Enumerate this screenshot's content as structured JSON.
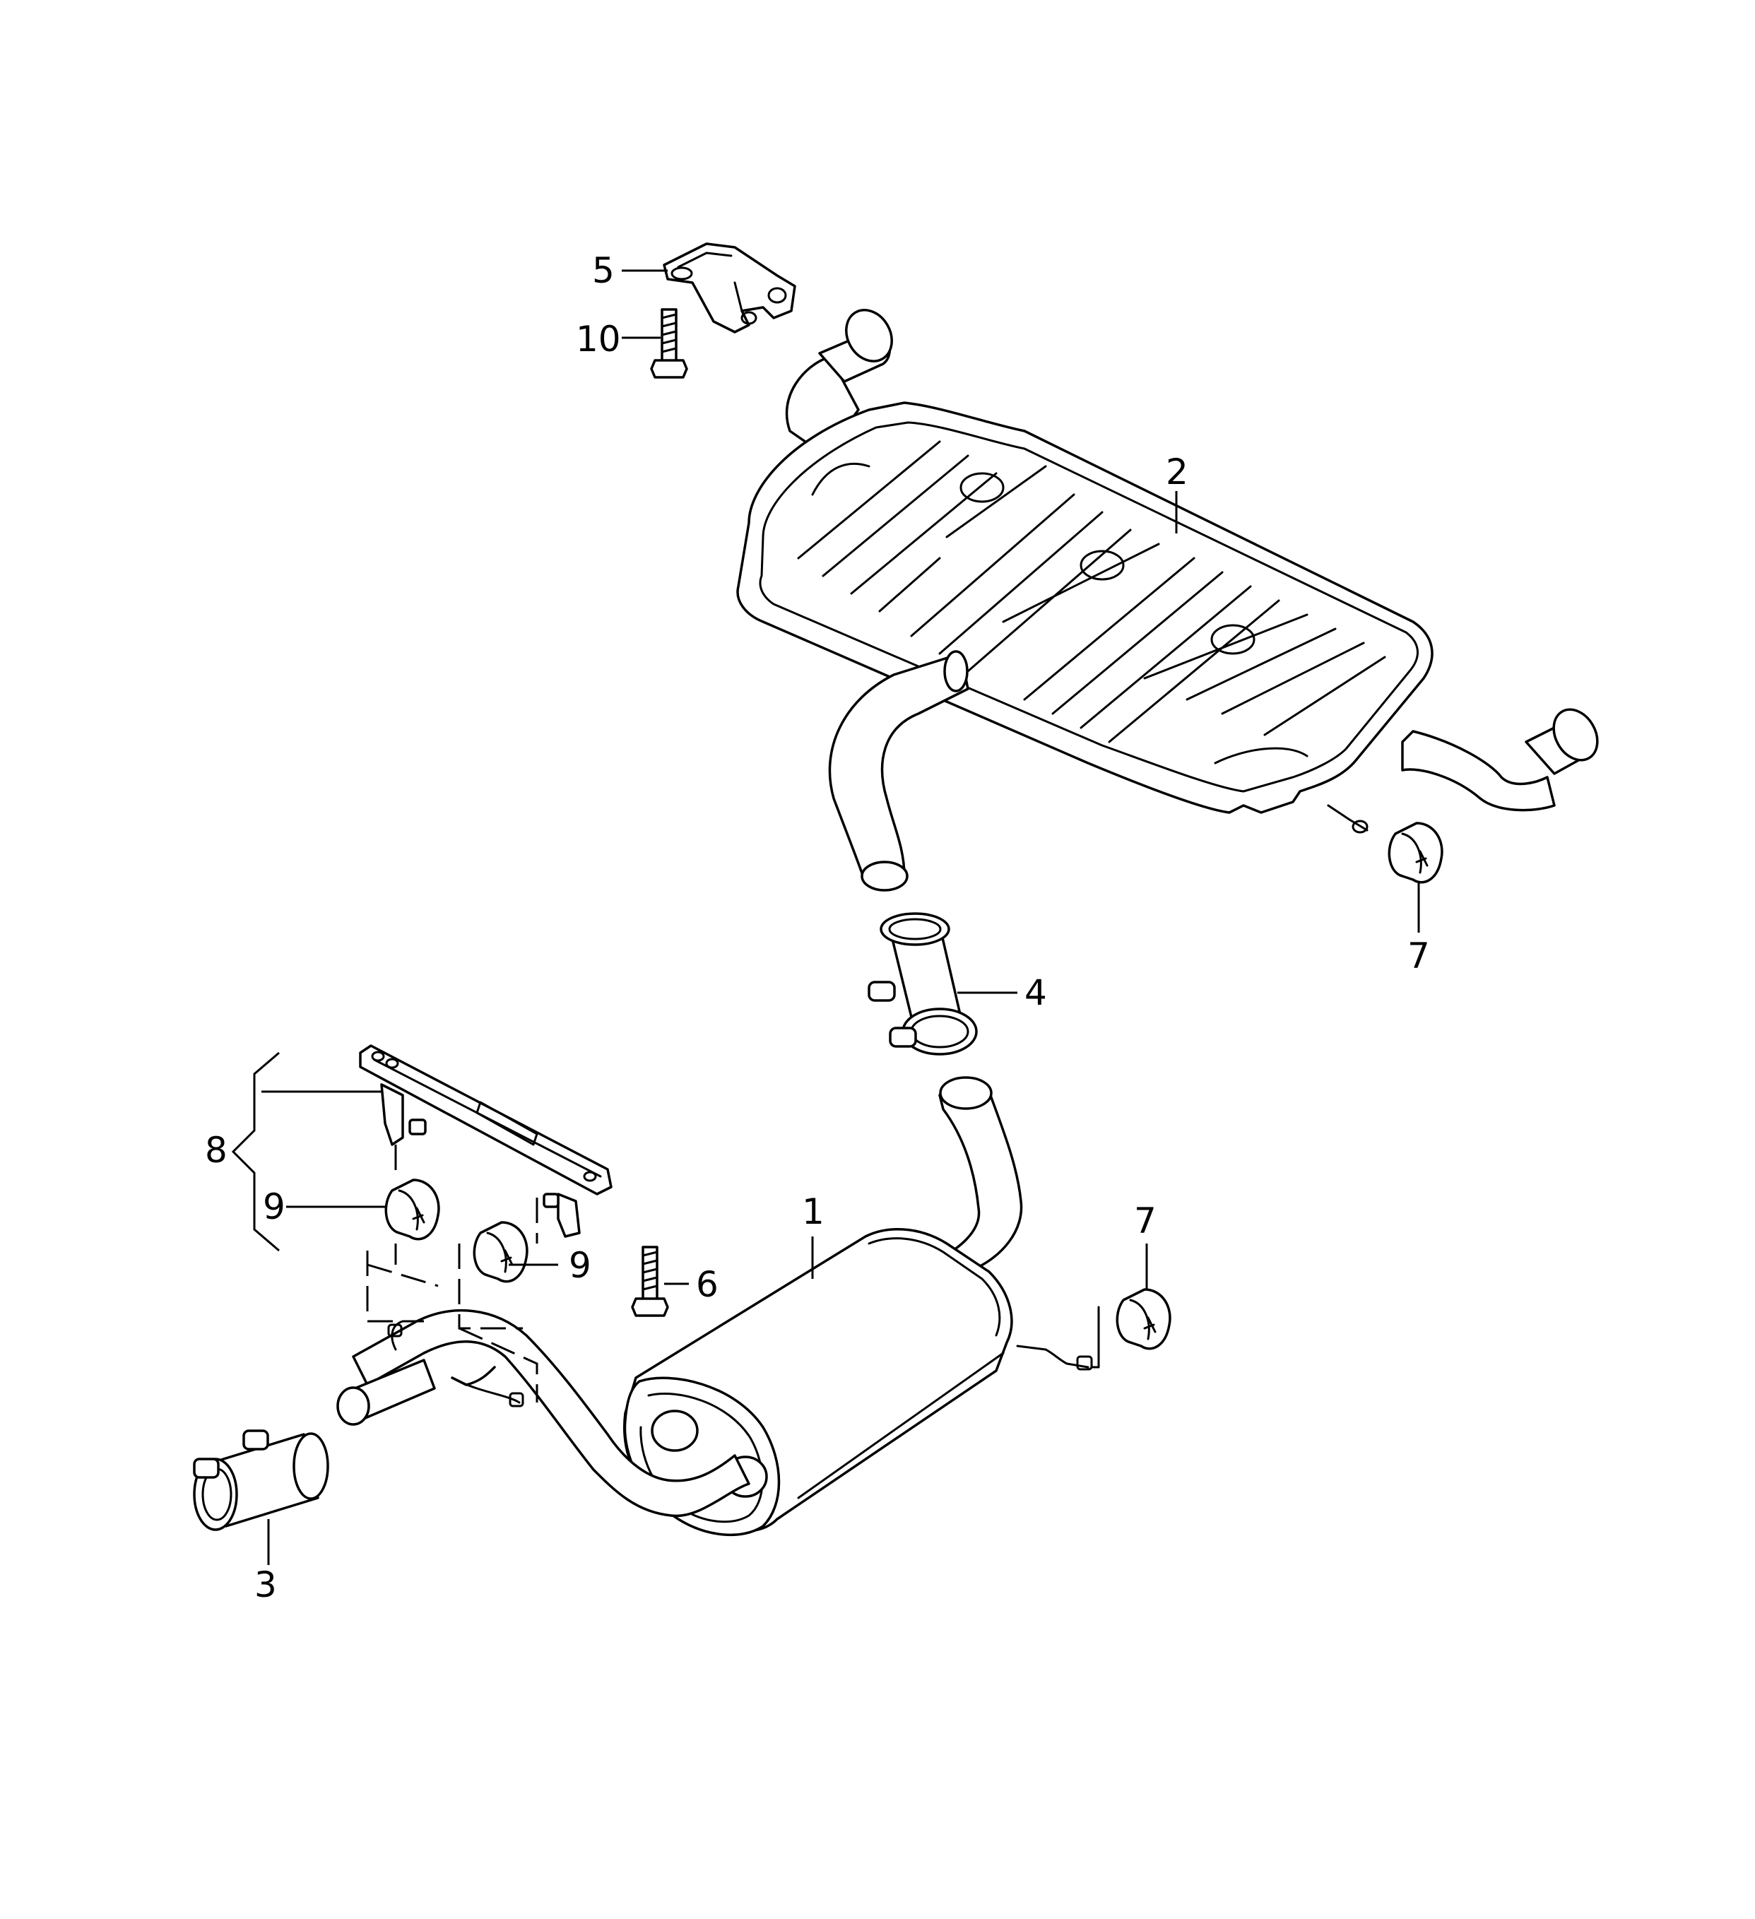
{
  "callouts": {
    "c1": "1",
    "c2": "2",
    "c3": "3",
    "c4": "4",
    "c5": "5",
    "c6": "6",
    "c7a": "7",
    "c7b": "7",
    "c8": "8",
    "c9a": "9",
    "c9b": "9",
    "c10": "10"
  }
}
